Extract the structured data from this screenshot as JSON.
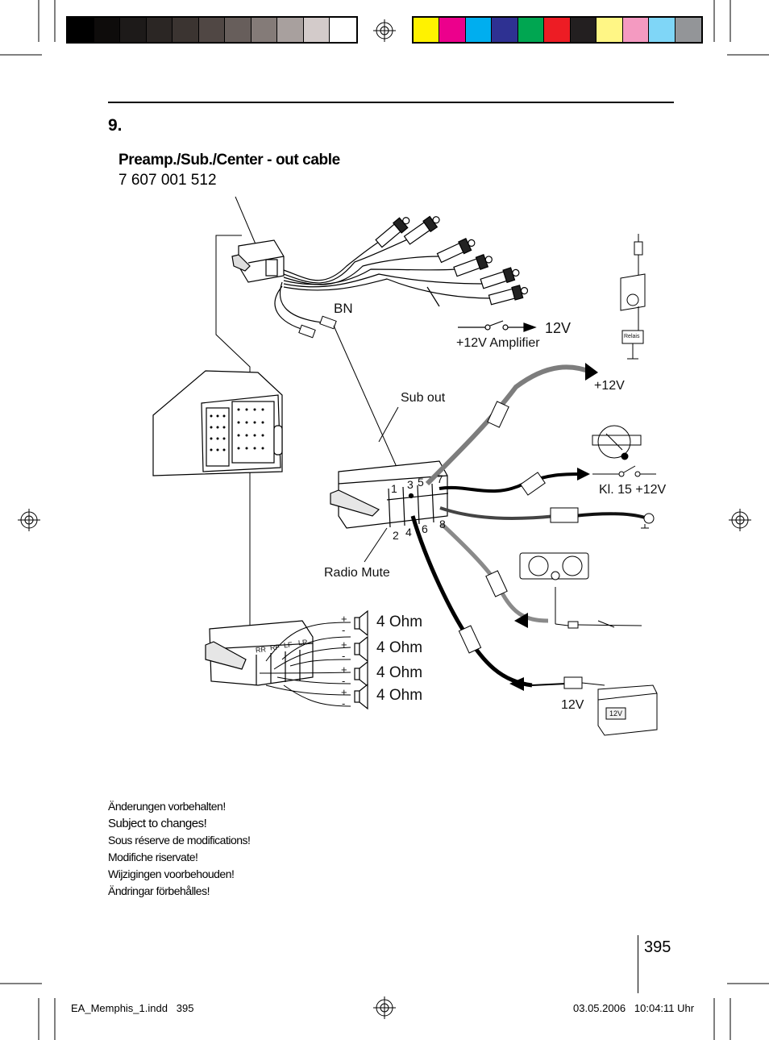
{
  "color_bars": {
    "grayscale": [
      "#000000",
      "#0e0c0b",
      "#1d1a19",
      "#2b2624",
      "#3b3431",
      "#504744",
      "#675e5b",
      "#847b78",
      "#a8a09e",
      "#d3cbca",
      "#ffffff"
    ],
    "process": [
      "#fff200",
      "#ec008c",
      "#00aeef",
      "#2e3192",
      "#00a651",
      "#ed1c24",
      "#231f20",
      "#fff685",
      "#f49ac1",
      "#7fd6f7",
      "#939598"
    ]
  },
  "page": {
    "section_number": "9.",
    "cable_title": "Preamp./Sub./Center - out cable",
    "cable_part_number": "7 607 001 512",
    "page_number": "395"
  },
  "diagram": {
    "bn": "BN",
    "v12_amp": "12V",
    "amplifier": "+12V Amplifier",
    "sub_out": "Sub out",
    "plus12v": "+12V",
    "relais": "Relais",
    "kl15": "Kl. 15 +12V",
    "radio_mute": "Radio Mute",
    "battery_v": "12V",
    "battery_label": "12V",
    "pin1": "1",
    "pin2": "2",
    "pin3": "3",
    "pin4": "4",
    "pin5": "5",
    "pin6": "6",
    "pin7": "7",
    "pin8": "8",
    "rr": "RR",
    "rf": "RF",
    "lf": "LF",
    "lr": "LR",
    "speaker1": "4 Ohm",
    "speaker2": "4 Ohm",
    "speaker3": "4 Ohm",
    "speaker4": "4 Ohm",
    "plus": "+",
    "minus": "-"
  },
  "notes": [
    "Änderungen vorbehalten!",
    "Subject to changes!",
    "Sous réserve de modifications!",
    "Modifiche riservate!",
    "Wijzigingen voorbehouden!",
    "Ändringar förbehålles!"
  ],
  "footer": {
    "left": "EA_Memphis_1.indd   395",
    "right": "03.05.2006   10:04:11 Uhr"
  }
}
